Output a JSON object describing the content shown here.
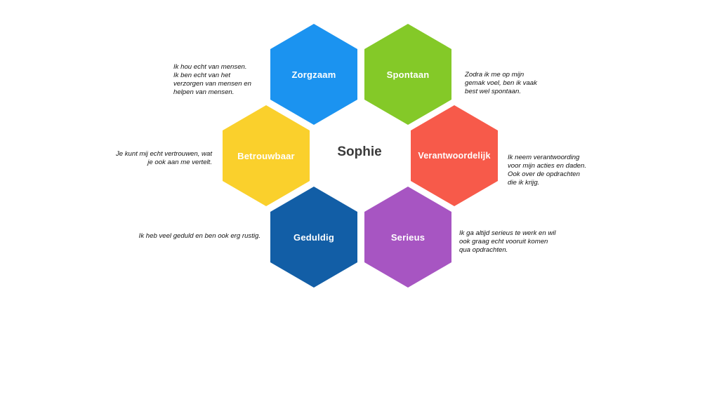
{
  "center": {
    "name": "Sophie"
  },
  "hexagons": [
    {
      "key": "zorgzaam",
      "label": "Zorgzaam",
      "color": "#1B93F0"
    },
    {
      "key": "spontaan",
      "label": "Spontaan",
      "color": "#84C928"
    },
    {
      "key": "betrouwbaar",
      "label": "Betrouwbaar",
      "color": "#FAD02C"
    },
    {
      "key": "verantwoordelijk",
      "label": "Verantwoordelijk",
      "color": "#F75A4A"
    },
    {
      "key": "geduldig",
      "label": "Geduldig",
      "color": "#125EA6"
    },
    {
      "key": "serieus",
      "label": "Serieus",
      "color": "#A755C2"
    }
  ],
  "descriptions": {
    "zorgzaam": "Ik hou echt van mensen.\nIk ben echt van het\nverzorgen van mensen en\nhelpen van mensen.",
    "spontaan": "Zodra ik me op mijn\ngemak voel, ben ik vaak\nbest wel spontaan.",
    "betrouwbaar": "Je kunt mij echt vertrouwen, wat\nje ook aan me vertelt.",
    "verantwoordelijk": "Ik neem verantwoording\nvoor mijn acties en daden.\nOok over de opdrachten\ndie ik krijg.",
    "geduldig": "Ik heb veel geduld en ben ook erg rustig.",
    "serieus": "Ik ga altijd serieus te werk en wil\nook graag echt vooruit komen\nqua opdrachten."
  }
}
